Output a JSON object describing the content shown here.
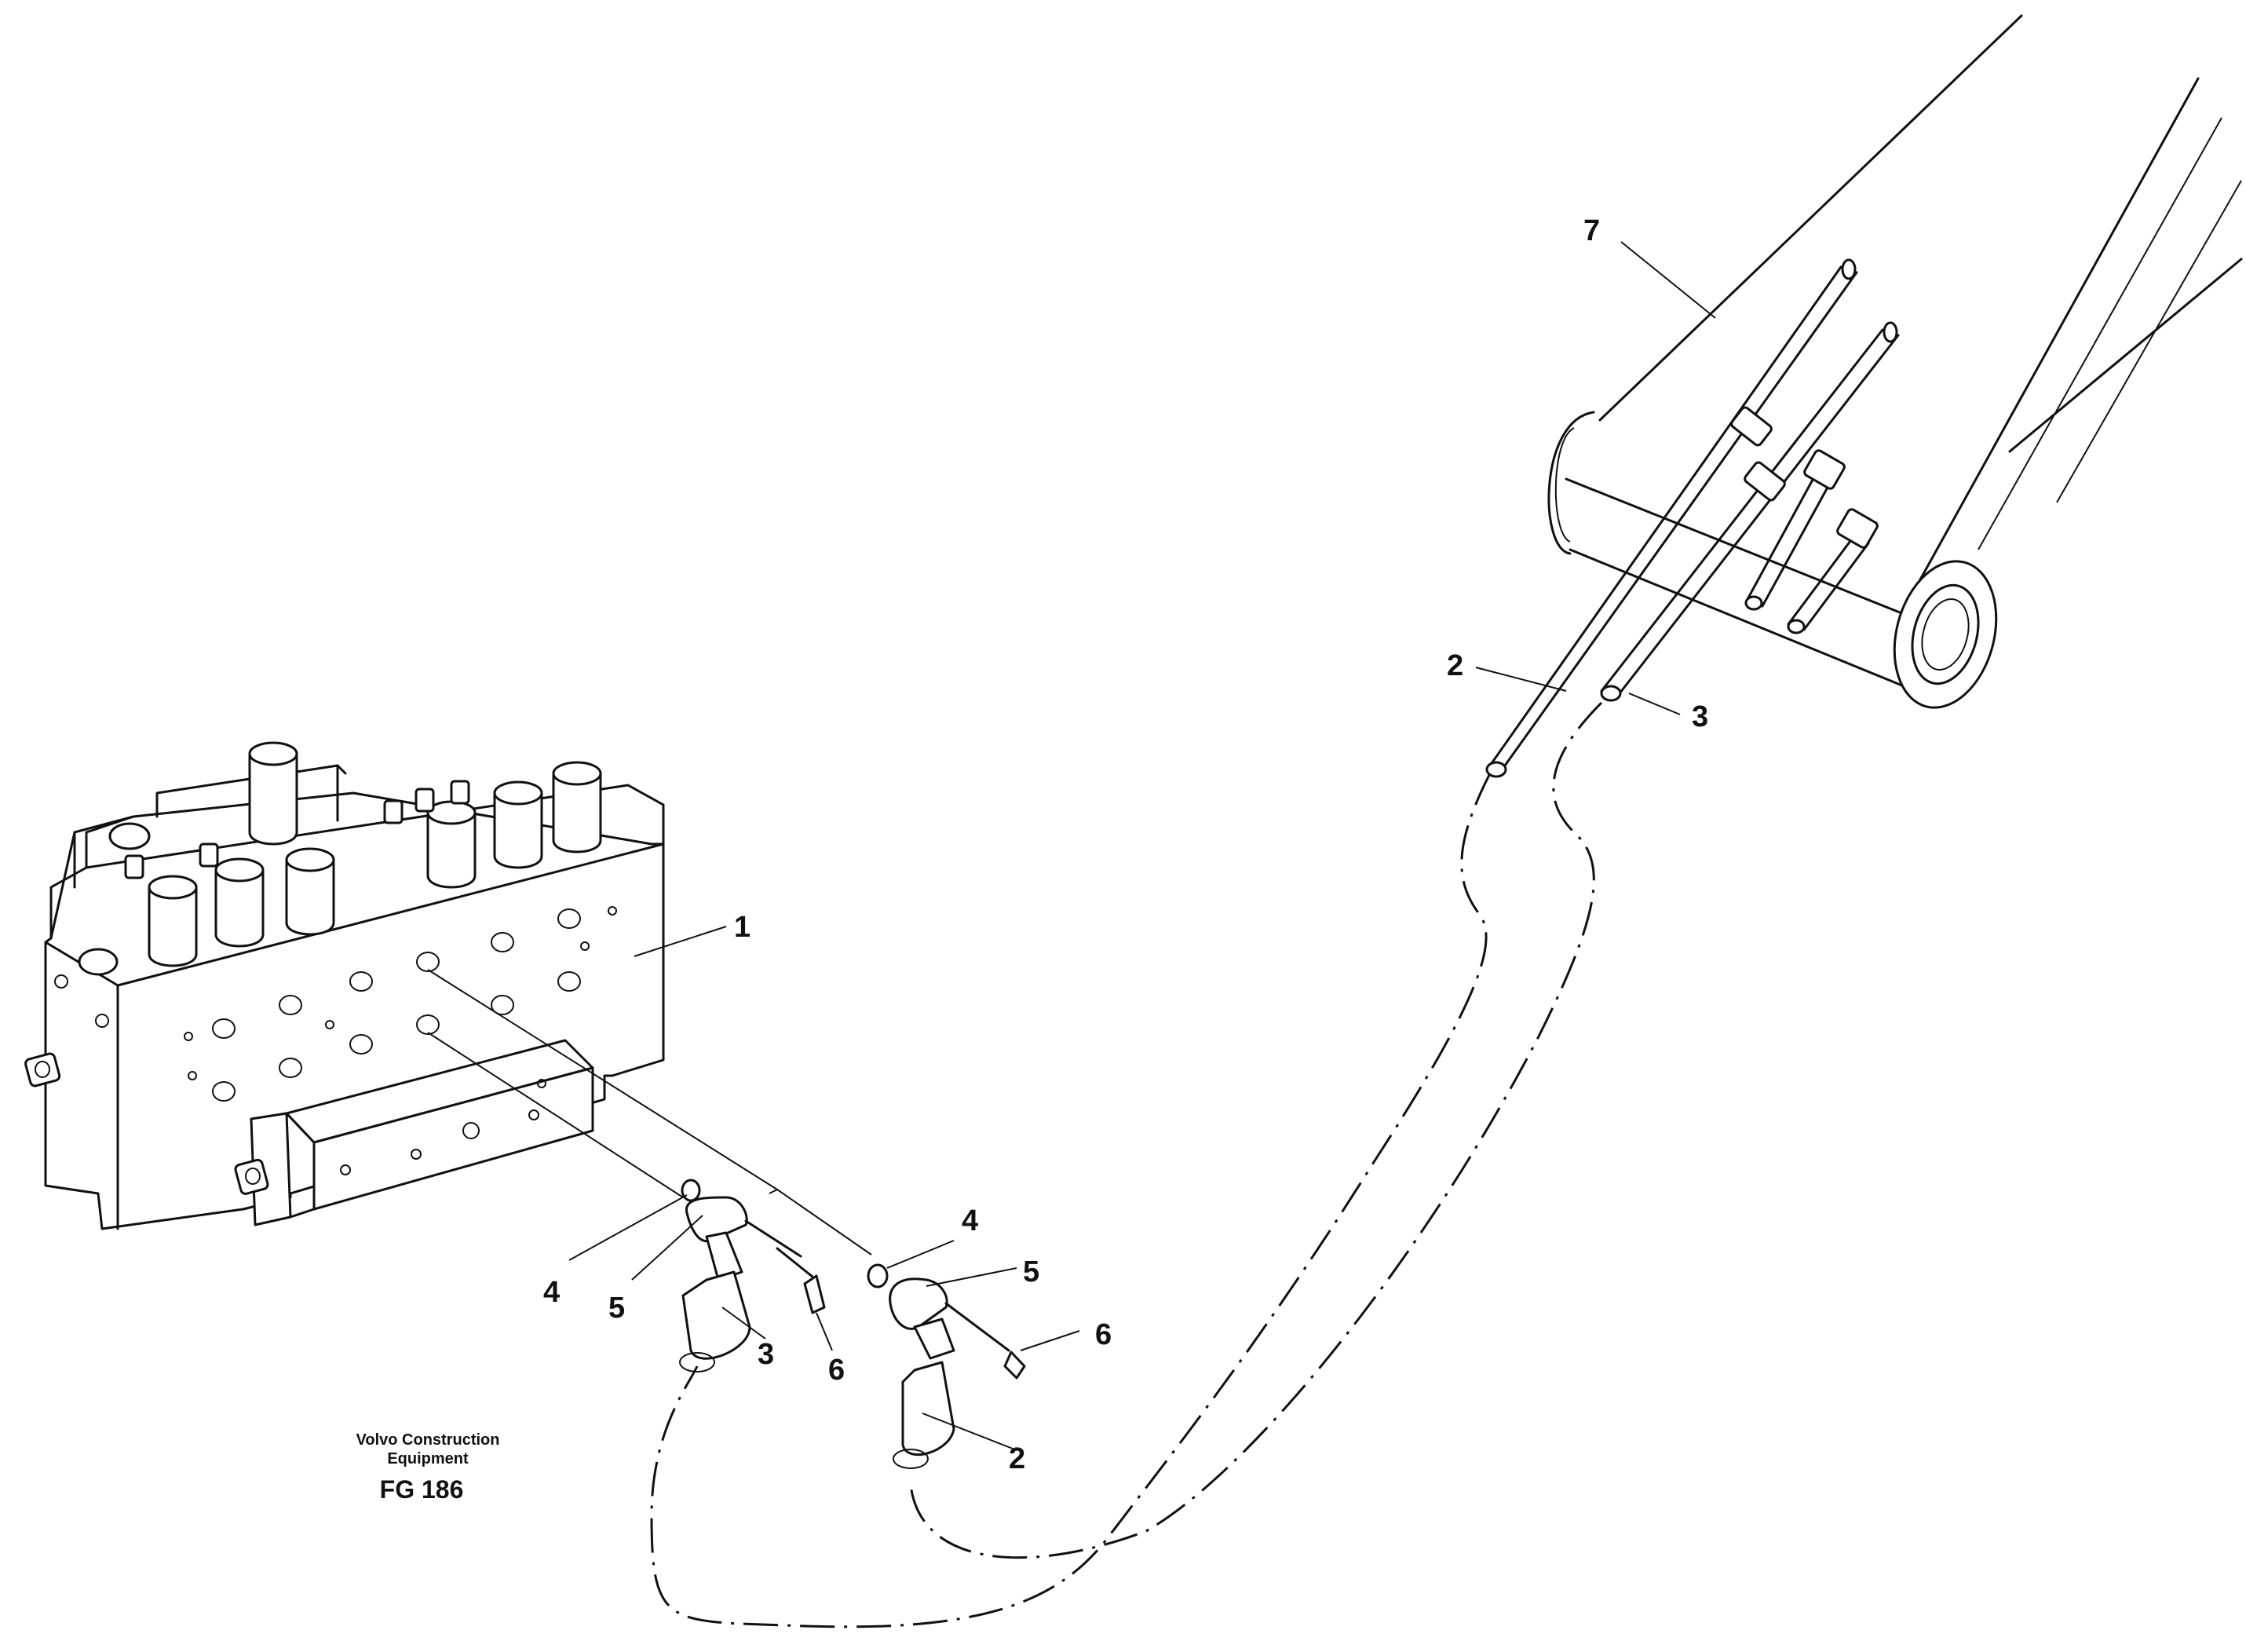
{
  "diagram": {
    "callouts": {
      "c1": "1",
      "c2_top": "2",
      "c3_top": "3",
      "c7": "7",
      "c4_left": "4",
      "c5_left": "5",
      "c3_bottom": "3",
      "c6_left": "6",
      "c4_right": "4",
      "c5_right": "5",
      "c6_right": "6",
      "c2_bottom": "2"
    },
    "caption": {
      "maker_line1": "Volvo Construction",
      "maker_line2": "Equipment",
      "figure_code": "FG 186"
    }
  }
}
